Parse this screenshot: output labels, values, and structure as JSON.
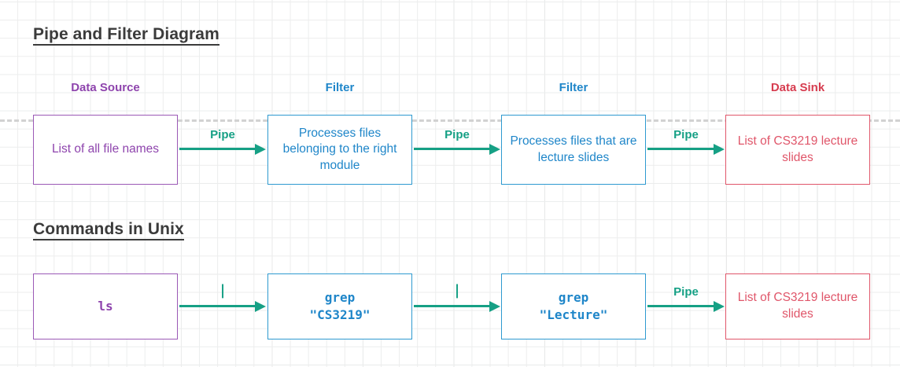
{
  "sections": [
    {
      "id": "pipe-filter",
      "title": "Pipe and Filter Diagram"
    },
    {
      "id": "commands",
      "title": "Commands in Unix"
    }
  ],
  "role_labels": [
    {
      "text": "Data Source",
      "color": "#8e44ad"
    },
    {
      "text": "Filter",
      "color": "#1f86c9"
    },
    {
      "text": "Filter",
      "color": "#1f86c9"
    },
    {
      "text": "Data Sink",
      "color": "#d63c4f"
    }
  ],
  "row1": {
    "boxes": [
      {
        "text": "List of all file names",
        "kind": "source",
        "color": "#8e44ad"
      },
      {
        "text": "Processes files belonging to the right module",
        "kind": "filter",
        "color": "#1f86c9"
      },
      {
        "text": "Processes files that are lecture slides",
        "kind": "filter",
        "color": "#1f86c9"
      },
      {
        "text": "List of CS3219 lecture slides",
        "kind": "sink",
        "color": "#e0566a"
      }
    ],
    "arrows": [
      {
        "label": "Pipe"
      },
      {
        "label": "Pipe"
      },
      {
        "label": "Pipe"
      }
    ]
  },
  "row2": {
    "boxes": [
      {
        "text": "ls",
        "kind": "source",
        "mono": true,
        "color": "#8e44ad"
      },
      {
        "text": "grep\n\"CS3219\"",
        "kind": "filter",
        "mono": true,
        "color": "#1f86c9"
      },
      {
        "text": "grep\n\"Lecture\"",
        "kind": "filter",
        "mono": true,
        "color": "#1f86c9"
      },
      {
        "text": "List of CS3219 lecture slides",
        "kind": "sink",
        "color": "#e0566a"
      }
    ],
    "arrows": [
      {
        "label": "|"
      },
      {
        "label": "|"
      },
      {
        "label": "Pipe"
      }
    ]
  },
  "theme": {
    "arrow_color": "#16a085",
    "divider_color": "#d2d2d2",
    "heading_color": "#3b3b3b",
    "grid_minor": "#eceded",
    "grid_major": "#dcdddd",
    "background": "#ffffff"
  }
}
